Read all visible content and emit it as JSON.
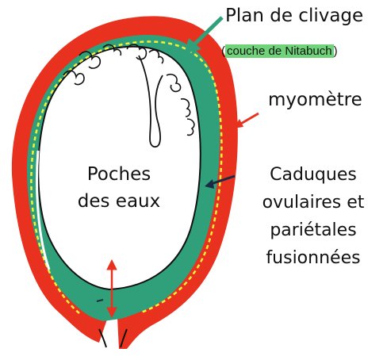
{
  "labels": {
    "plan_de_clivage": "Plan de clivage",
    "couche_open": "(",
    "couche": "couche de Nitabuch",
    "couche_close": ")",
    "myometre": "myomètre",
    "poches_line1": "Poches",
    "poches_line2": "des eaux",
    "caduques_line1": "Caduques",
    "caduques_line2": "ovulaires et",
    "caduques_line3": "pariétales",
    "caduques_line4": "fusionnées"
  },
  "colors": {
    "myometrium_red": "#e8311e",
    "decidua_green": "#2fa07a",
    "cleavage_dashes_yellow": "#f4f03a",
    "arrow_green": "#2fa07a",
    "arrow_red": "#e8311e",
    "arrow_dark": "#1b2a44",
    "highlight_green": "#6fd37a",
    "outline": "#111111"
  }
}
